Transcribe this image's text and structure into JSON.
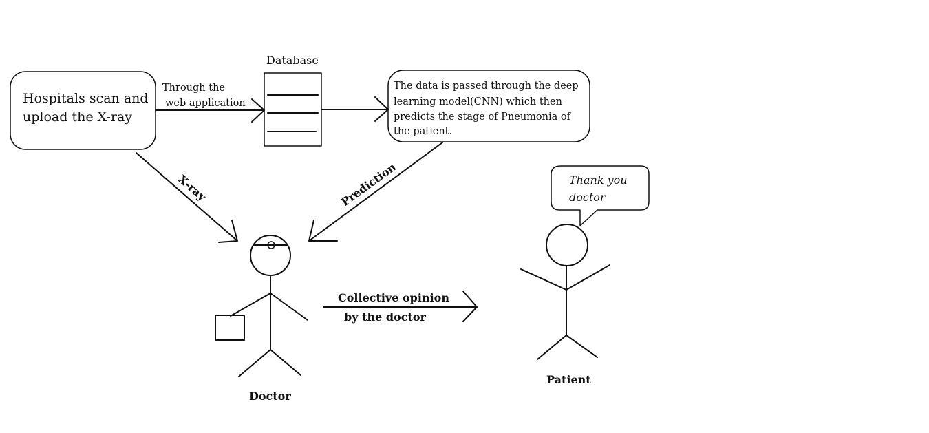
{
  "nodes": {
    "hospital": {
      "line1": "Hospitals scan and",
      "line2": "upload the X-ray"
    },
    "database": {
      "label": "Database"
    },
    "model": {
      "line1": "The data is passed through the deep",
      "line2": "learning model(CNN) which then",
      "line3": "predicts the stage of Pneumonia of",
      "line4": "the patient."
    },
    "doctor": {
      "label": "Doctor"
    },
    "patient": {
      "label": "Patient",
      "speech_line1": "Thank you",
      "speech_line2": "doctor"
    }
  },
  "edges": {
    "hospital_to_database": {
      "line1": "Through the",
      "line2": "web application"
    },
    "hospital_to_doctor": {
      "label": "X-ray"
    },
    "model_to_doctor": {
      "label": "Prediction"
    },
    "doctor_to_patient": {
      "line1": "Collective opinion",
      "line2": "by the doctor"
    }
  }
}
